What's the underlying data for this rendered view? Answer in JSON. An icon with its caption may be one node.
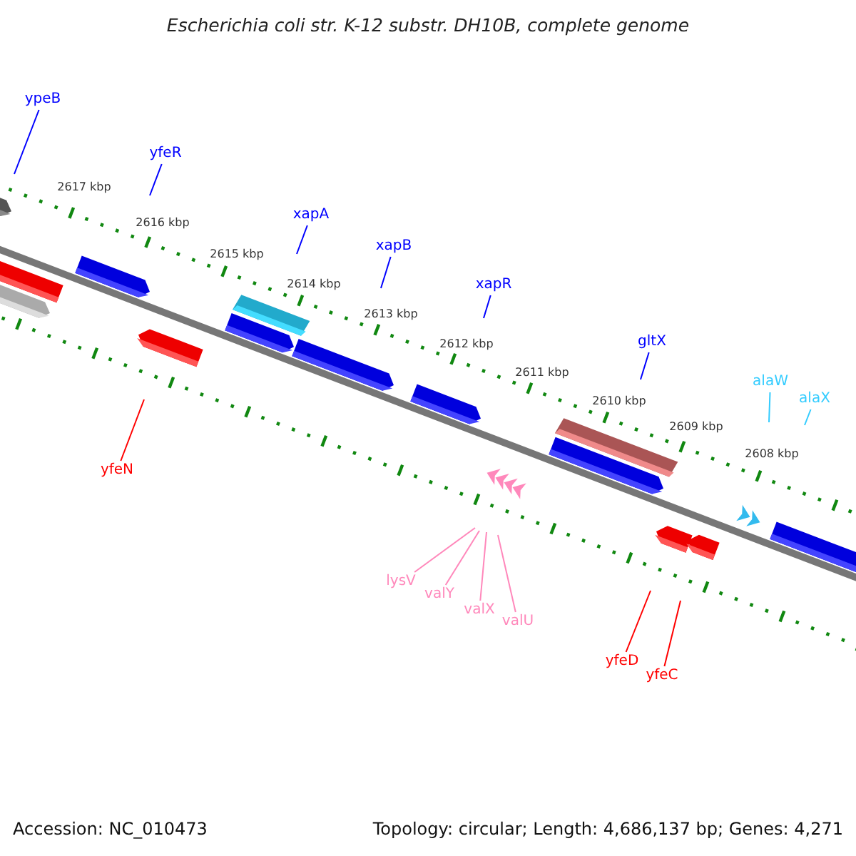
{
  "diagram": {
    "title": "Escherichia coli str. K-12 substr. DH10B, complete genome",
    "nodes": [
      {
        "text": [
          "ypeB"
        ]
      },
      {
        "text": [
          "yfeR"
        ]
      },
      {
        "text": [
          "xapA"
        ]
      },
      {
        "text": [
          "xapB"
        ]
      },
      {
        "text": [
          "xapR"
        ]
      },
      {
        "text": [
          "gltX"
        ]
      },
      {
        "text": [
          "alaW"
        ]
      },
      {
        "text": [
          "alaX"
        ]
      },
      {
        "text": [
          "yfeN"
        ]
      },
      {
        "text": [
          "lysV"
        ]
      },
      {
        "text": [
          "valY"
        ]
      },
      {
        "text": [
          "valX"
        ]
      },
      {
        "text": [
          "valU"
        ]
      },
      {
        "text": [
          "yfeD"
        ]
      },
      {
        "text": [
          "yfeC"
        ]
      }
    ],
    "edges": [
      {
        "from": 0,
        "to": null,
        "arrow": "none"
      },
      {
        "from": 1,
        "to": null,
        "arrow": "none"
      },
      {
        "from": 2,
        "to": null,
        "arrow": "none"
      },
      {
        "from": 3,
        "to": null,
        "arrow": "none"
      },
      {
        "from": 4,
        "to": null,
        "arrow": "none"
      },
      {
        "from": 5,
        "to": null,
        "arrow": "none"
      },
      {
        "from": 6,
        "to": null,
        "arrow": "none",
        "color": "#33ccff"
      },
      {
        "from": 7,
        "to": null,
        "arrow": "none",
        "color": "#33ccff"
      },
      {
        "from": 8,
        "to": null,
        "arrow": "none",
        "color": "#ff0000"
      },
      {
        "from": 9,
        "to": null,
        "arrow": "none",
        "color": "#ff88bb"
      },
      {
        "from": 10,
        "to": null,
        "arrow": "none",
        "color": "#ff88bb"
      },
      {
        "from": 11,
        "to": null,
        "arrow": "none",
        "color": "#ff88bb"
      },
      {
        "from": 12,
        "to": null,
        "arrow": "none",
        "color": "#ff88bb"
      },
      {
        "from": 13,
        "to": null,
        "arrow": "none",
        "color": "#ff0000"
      },
      {
        "from": 14,
        "to": null,
        "arrow": "none",
        "color": "#ff0000"
      }
    ],
    "labels": [
      "2617 kbp",
      "2616 kbp",
      "2615 kbp",
      "2614 kbp",
      "2613 kbp",
      "2612 kbp",
      "2611 kbp",
      "2610 kbp",
      "2609 kbp",
      "2608 kbp",
      "Accession: NC_010473",
      "Topology: circular; Length: 4,686,137 bp; Genes: 4,271"
    ]
  }
}
